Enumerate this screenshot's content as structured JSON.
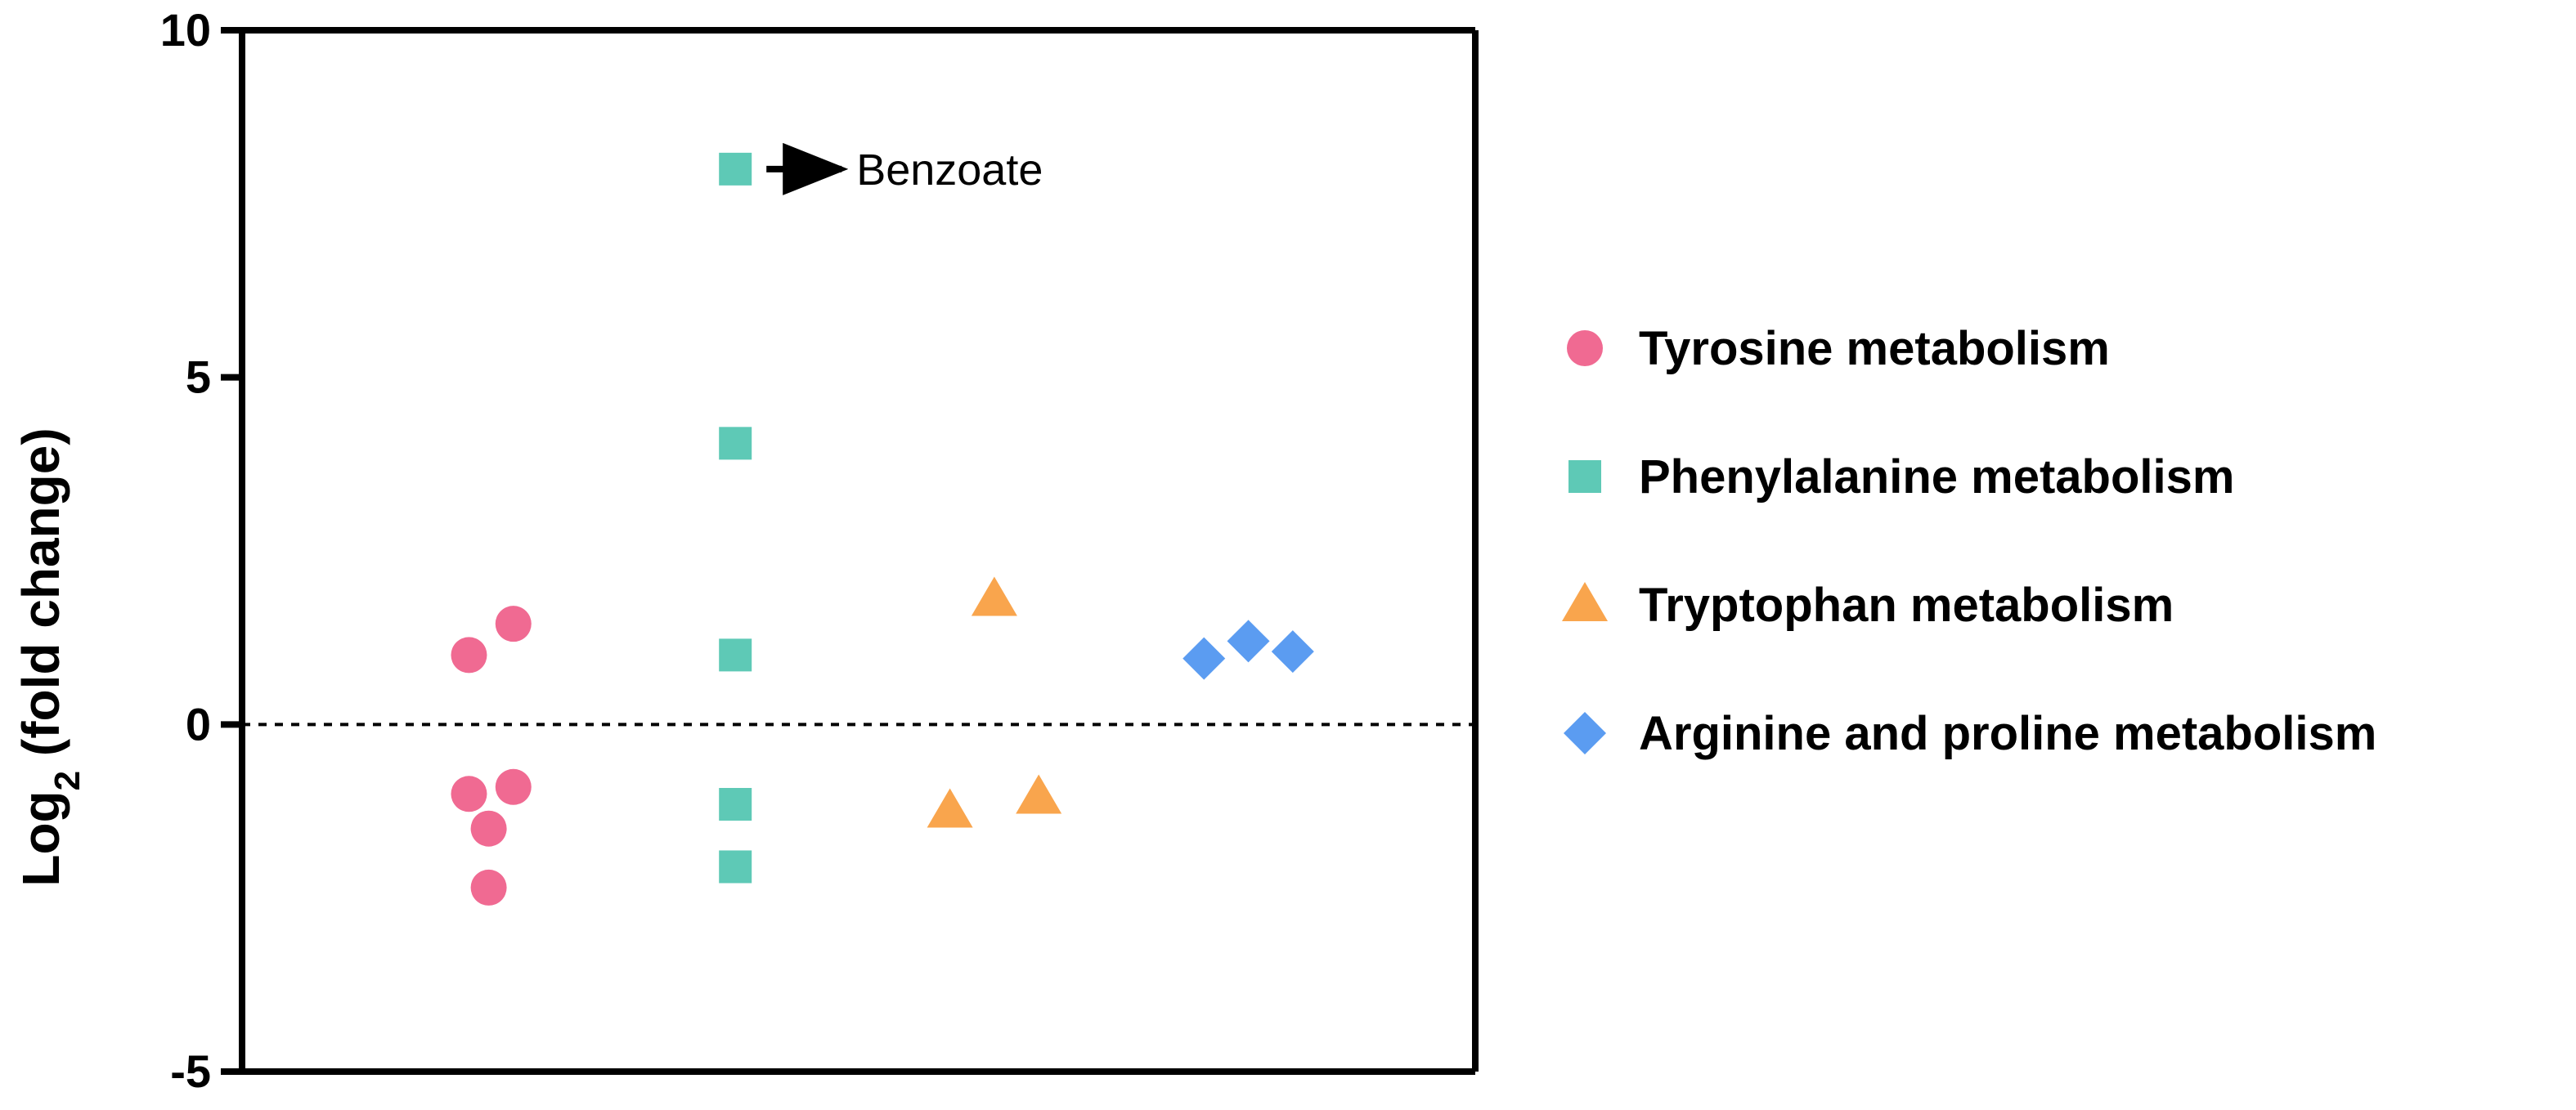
{
  "chart_data": {
    "type": "scatter",
    "title": "",
    "xlabel": "",
    "ylabel": {
      "prefix": "Log",
      "subscript": "2",
      "suffix": " (fold change)"
    },
    "ylim": [
      -5,
      10
    ],
    "yticks": [
      "10",
      "5",
      "0",
      "-5"
    ],
    "ytick_values": [
      10,
      5,
      0,
      -5
    ],
    "reference_line": 0,
    "legend_position": "right",
    "series": [
      {
        "name": "Tyrosine metabolism",
        "marker": "circle",
        "color": "#f06a92",
        "points": [
          {
            "x": 1.92,
            "y": 1.0
          },
          {
            "x": 2.1,
            "y": 1.45
          },
          {
            "x": 1.92,
            "y": -1.0
          },
          {
            "x": 2.1,
            "y": -0.9
          },
          {
            "x": 2.0,
            "y": -1.5
          },
          {
            "x": 2.0,
            "y": -2.35
          }
        ]
      },
      {
        "name": "Phenylalanine metabolism",
        "marker": "square",
        "color": "#5ec9b6",
        "points": [
          {
            "x": 3.0,
            "y": 8.0
          },
          {
            "x": 3.0,
            "y": 4.05
          },
          {
            "x": 3.0,
            "y": 1.0
          },
          {
            "x": 3.0,
            "y": -1.15
          },
          {
            "x": 3.0,
            "y": -2.05
          }
        ]
      },
      {
        "name": "Tryptophan metabolism",
        "marker": "triangle",
        "color": "#f9a54d",
        "points": [
          {
            "x": 4.05,
            "y": 1.8
          },
          {
            "x": 3.87,
            "y": -1.25
          },
          {
            "x": 4.23,
            "y": -1.05
          }
        ]
      },
      {
        "name": "Arginine and proline metabolism",
        "marker": "diamond",
        "color": "#5b9cf1",
        "points": [
          {
            "x": 4.9,
            "y": 0.95
          },
          {
            "x": 5.08,
            "y": 1.2
          },
          {
            "x": 5.26,
            "y": 1.05
          }
        ]
      }
    ],
    "annotations": [
      {
        "text": "Benzoate",
        "series": 1,
        "point": 0
      }
    ]
  }
}
